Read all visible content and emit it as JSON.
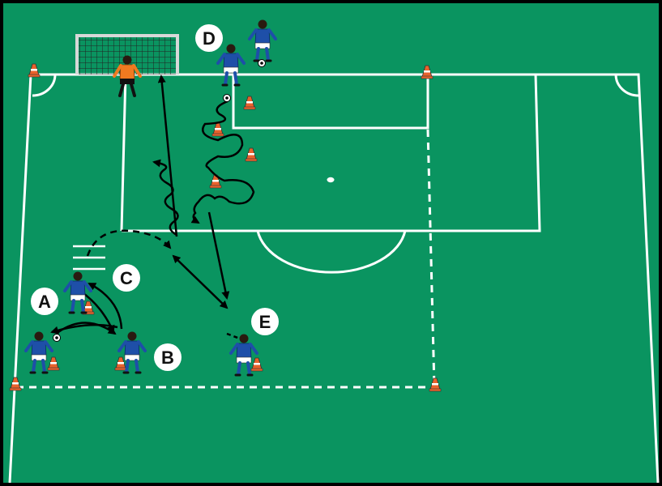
{
  "colors": {
    "pitch": "#0a9460",
    "line": "#ffffff",
    "cone": "#e8622c",
    "player_shirt": "#1e4fa8",
    "keeper_shirt": "#f07a20",
    "arrow": "#000000"
  },
  "labels": {
    "a": "A",
    "b": "B",
    "c": "C",
    "d": "D",
    "e": "E"
  },
  "icons": {
    "player": "player-icon",
    "keeper": "goalkeeper-icon",
    "cone": "cone-icon",
    "ball": "ball-icon",
    "goal": "goal-icon"
  }
}
